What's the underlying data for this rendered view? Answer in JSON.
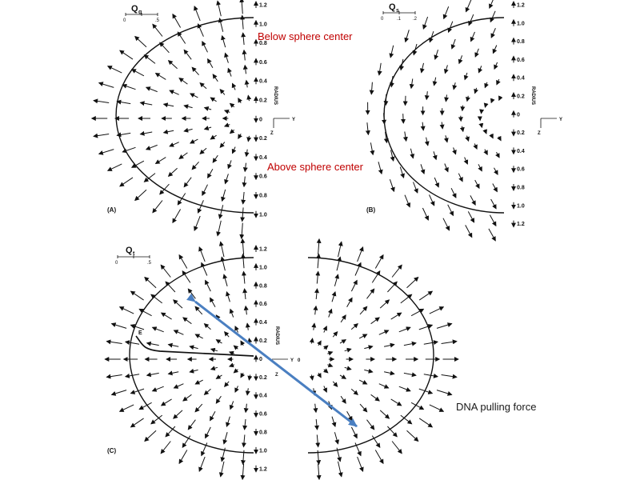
{
  "panels": {
    "a": {
      "label": "(A)",
      "quantity": "Q",
      "quantity_sub": "g",
      "scale_ticks": [
        "0",
        ".5"
      ],
      "radius_ticks": [
        "1.2",
        "1.0",
        "0.8",
        "0.6",
        "0.4",
        "0.2",
        "0",
        "0.2",
        "0.4",
        "0.6",
        "0.8",
        "1.0"
      ],
      "axis_y": "Y",
      "axis_z": "Z",
      "radius_label": "RADIUS"
    },
    "b": {
      "label": "(B)",
      "quantity": "Q",
      "quantity_sub": "s",
      "scale_ticks": [
        "0",
        ".1",
        ".2"
      ],
      "radius_ticks": [
        "1.2",
        "1.0",
        "0.8",
        "0.6",
        "0.4",
        "0.2",
        "0",
        "0.2",
        "0.4",
        "0.6",
        "0.8",
        "1.0",
        "1.2"
      ],
      "axis_y": "Y",
      "axis_z": "Z",
      "radius_label": "RADIUS"
    },
    "c": {
      "label": "(C)",
      "quantity": "Q",
      "quantity_sub": "t",
      "scale_ticks": [
        "0",
        ".5"
      ],
      "radius_ticks": [
        "1.2",
        "1.0",
        "0.8",
        "0.6",
        "0.4",
        "0.2",
        "0",
        "0.2",
        "0.4",
        "0.6",
        "0.8",
        "1.0",
        "1.2"
      ],
      "axis_y": "Y",
      "axis_origin": "0",
      "axis_z": "Z",
      "radius_label": "RADIUS",
      "point_label": "E"
    }
  },
  "annotations": {
    "below": "Below  sphere center",
    "above": "Above  sphere center",
    "dna": "DNA  pulling force"
  },
  "colors": {
    "annotation_red": "#c00000",
    "dna_arrow": "#4a7fc1",
    "lines": "#111111"
  }
}
